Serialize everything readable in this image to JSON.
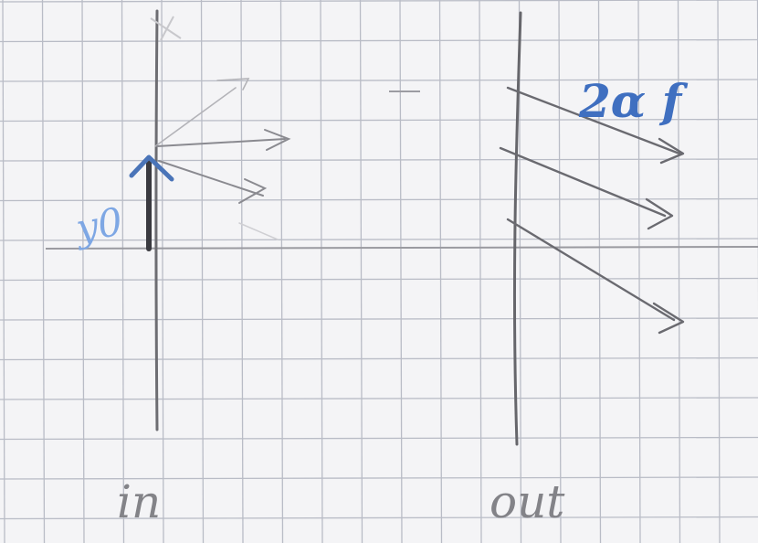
{
  "labels": {
    "left_plane": "in",
    "right_plane": "out",
    "ray_height": "y0",
    "output_angle": "2α f"
  },
  "colors": {
    "paper": "#f4f4f6",
    "grid": "#b9bcc6",
    "pencil": "#6d6d72",
    "pencil_dark": "#4d4d52",
    "ink_blue": "#3f6fc0",
    "ink_blue_light": "#7ea7e4"
  }
}
